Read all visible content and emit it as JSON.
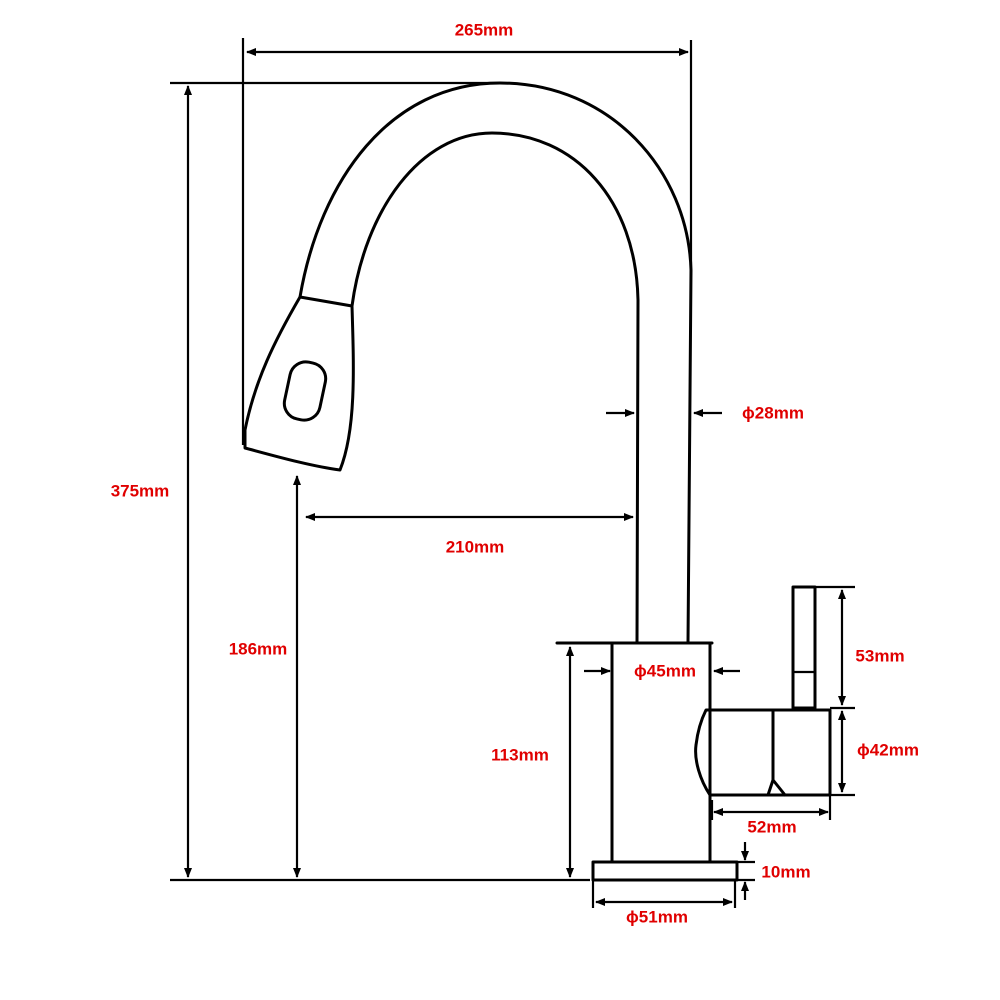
{
  "colors": {
    "dimension_text": "#e00000",
    "line": "#000000"
  },
  "dimensions": {
    "overall_width": "265mm",
    "overall_height": "375mm",
    "spout_reach": "210mm",
    "spout_clearance": "186mm",
    "spout_diameter": "ϕ28mm",
    "body_diameter": "ϕ45mm",
    "body_height": "113mm",
    "lever_height": "53mm",
    "handle_diameter": "ϕ42mm",
    "handle_length": "52mm",
    "base_thickness": "10mm",
    "base_diameter": "ϕ51mm"
  }
}
